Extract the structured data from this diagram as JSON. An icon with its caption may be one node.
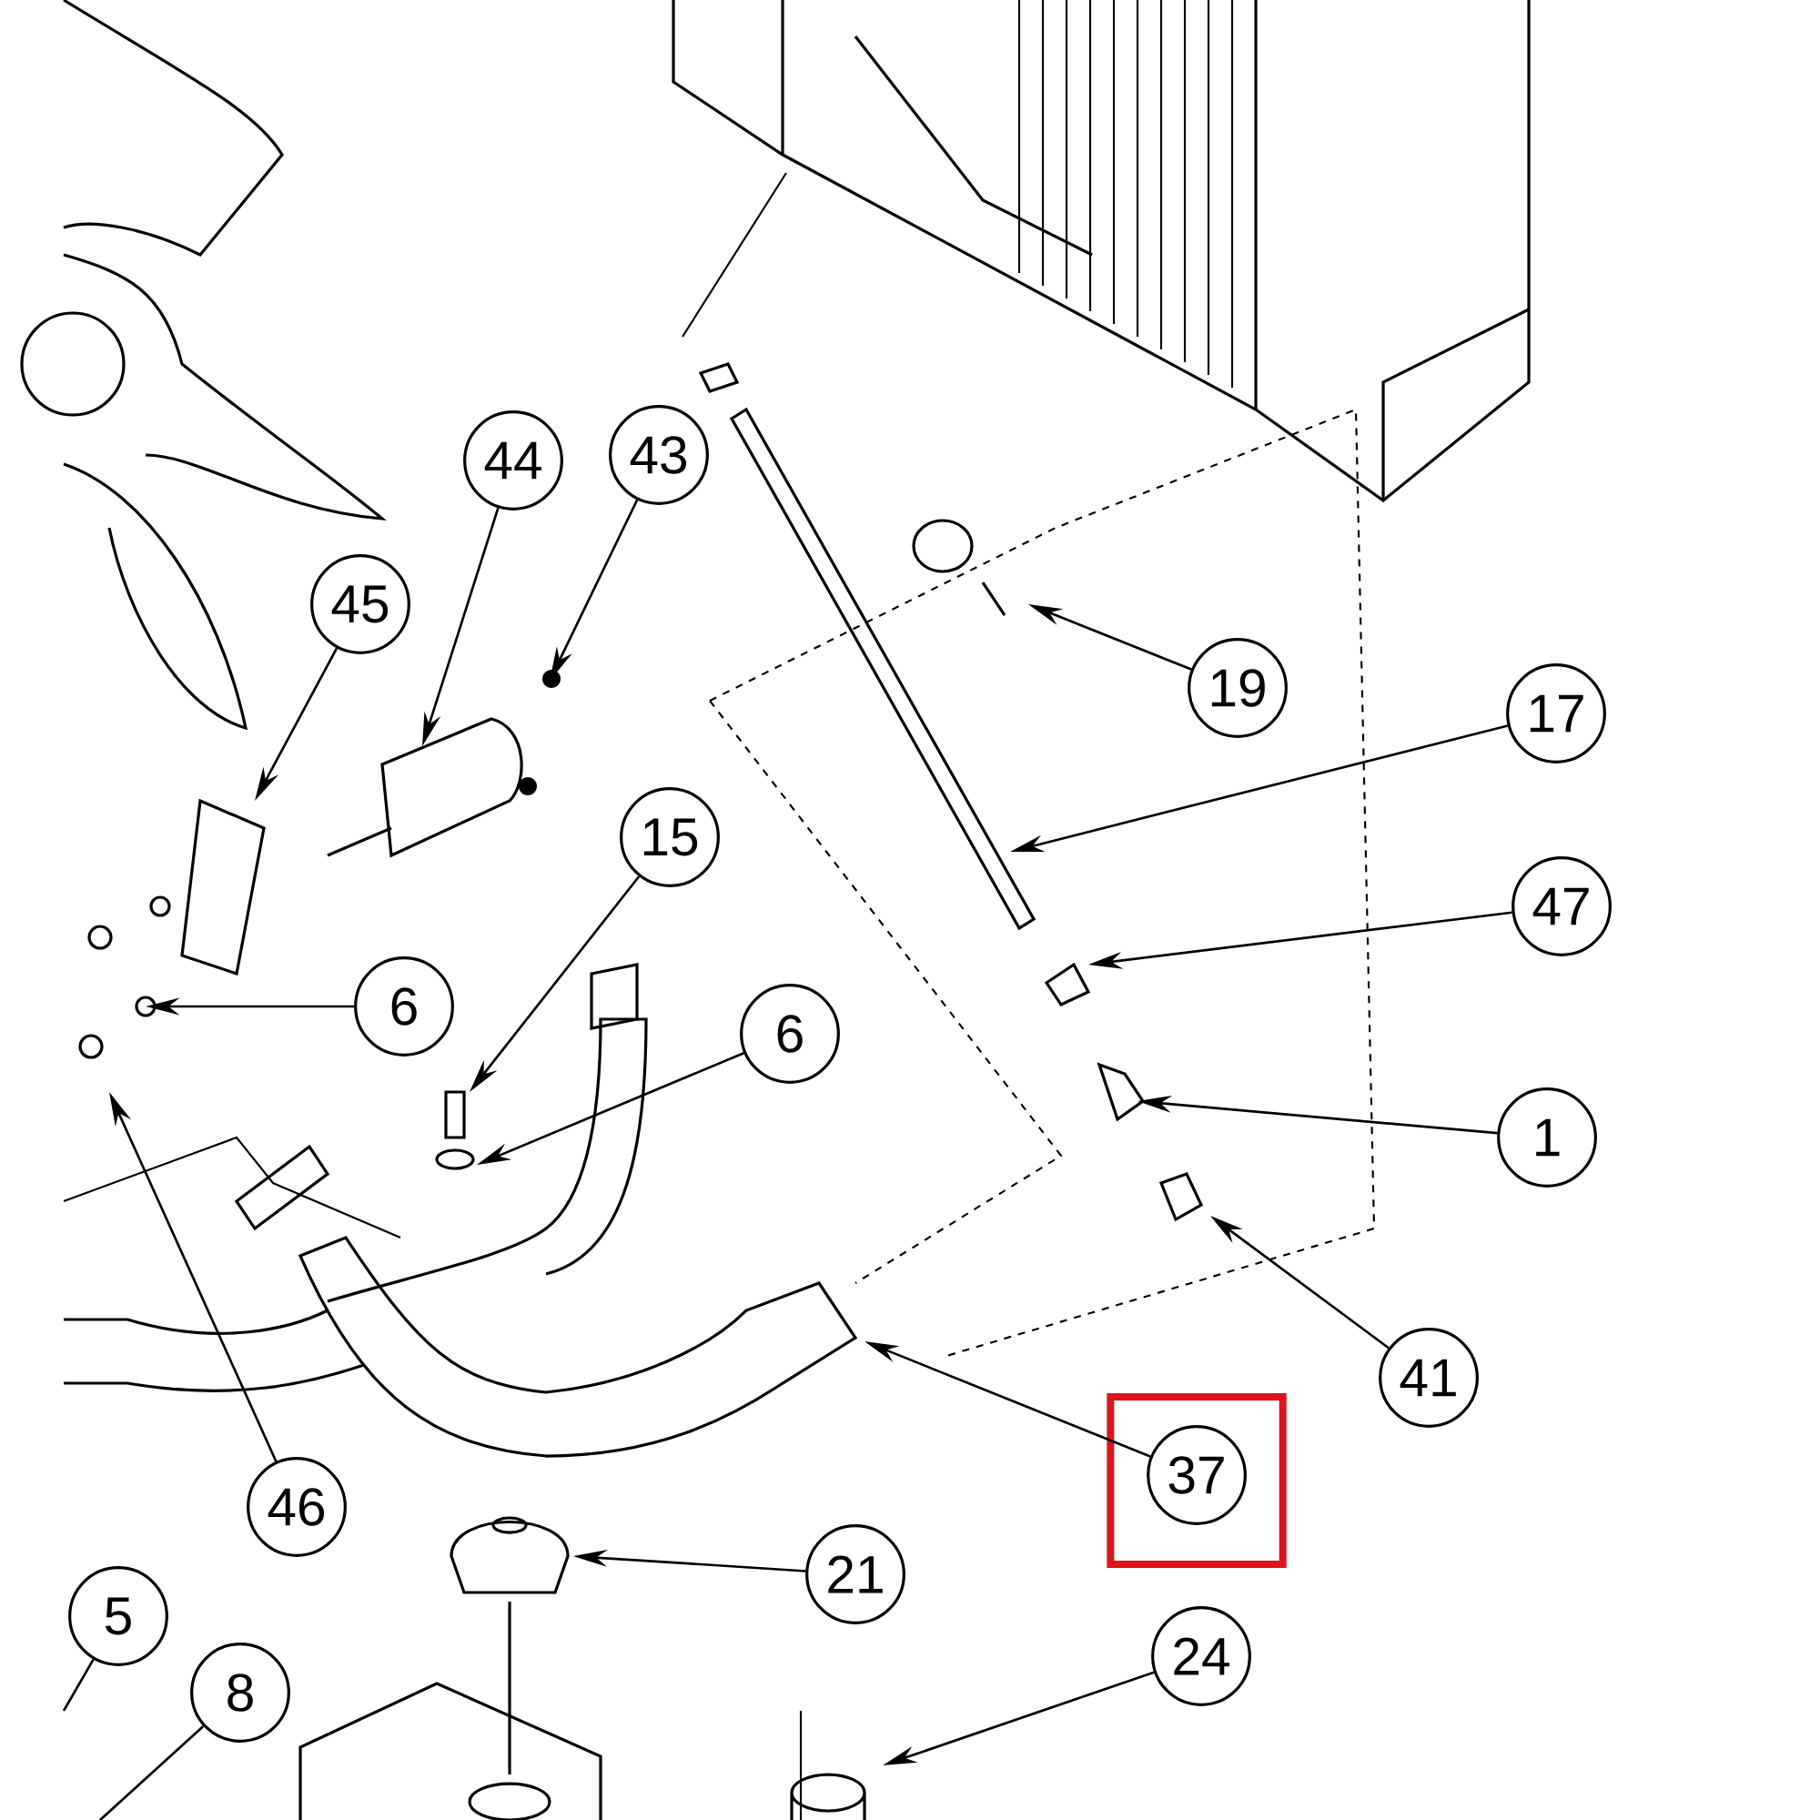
{
  "diagram": {
    "nodes": [
      {
        "text": [],
        "shape": "box"
      },
      {
        "text": [
          "44"
        ]
      },
      {
        "text": [
          "43"
        ]
      },
      {
        "text": [
          "45"
        ]
      },
      {
        "text": [
          "19"
        ]
      },
      {
        "text": [
          "17"
        ]
      },
      {
        "text": [
          "47"
        ]
      },
      {
        "text": [
          "15"
        ]
      },
      {
        "text": [
          "6"
        ]
      },
      {
        "text": [
          "6"
        ]
      },
      {
        "text": [
          "1"
        ]
      },
      {
        "text": [
          "41"
        ]
      },
      {
        "text": [
          "46"
        ]
      },
      {
        "text": [
          "37"
        ],
        "in": 0
      },
      {
        "text": [
          "21"
        ]
      },
      {
        "text": [
          "5"
        ]
      },
      {
        "text": [
          "8"
        ]
      },
      {
        "text": [
          "24"
        ]
      }
    ],
    "edges": [
      {
        "from": 1,
        "to": null,
        "arrow": "to"
      },
      {
        "from": 2,
        "to": null,
        "arrow": "to"
      },
      {
        "from": 3,
        "to": null,
        "arrow": "to"
      },
      {
        "from": 4,
        "to": null,
        "arrow": "to"
      },
      {
        "from": 5,
        "to": null,
        "arrow": "to"
      },
      {
        "from": 6,
        "to": null,
        "arrow": "to"
      },
      {
        "from": 7,
        "to": null,
        "arrow": "to"
      },
      {
        "from": 8,
        "to": null,
        "arrow": "to"
      },
      {
        "from": 9,
        "to": null,
        "arrow": "to"
      },
      {
        "from": 10,
        "to": null,
        "arrow": "to"
      },
      {
        "from": 11,
        "to": null,
        "arrow": "to"
      },
      {
        "from": 12,
        "to": null,
        "arrow": "to"
      },
      {
        "from": 13,
        "to": null,
        "arrow": "to"
      },
      {
        "from": 14,
        "to": null,
        "arrow": "to"
      },
      {
        "from": 15,
        "to": null,
        "arrow": "none"
      },
      {
        "from": 16,
        "to": null,
        "arrow": "none"
      },
      {
        "from": 17,
        "to": null,
        "arrow": "to"
      }
    ]
  }
}
